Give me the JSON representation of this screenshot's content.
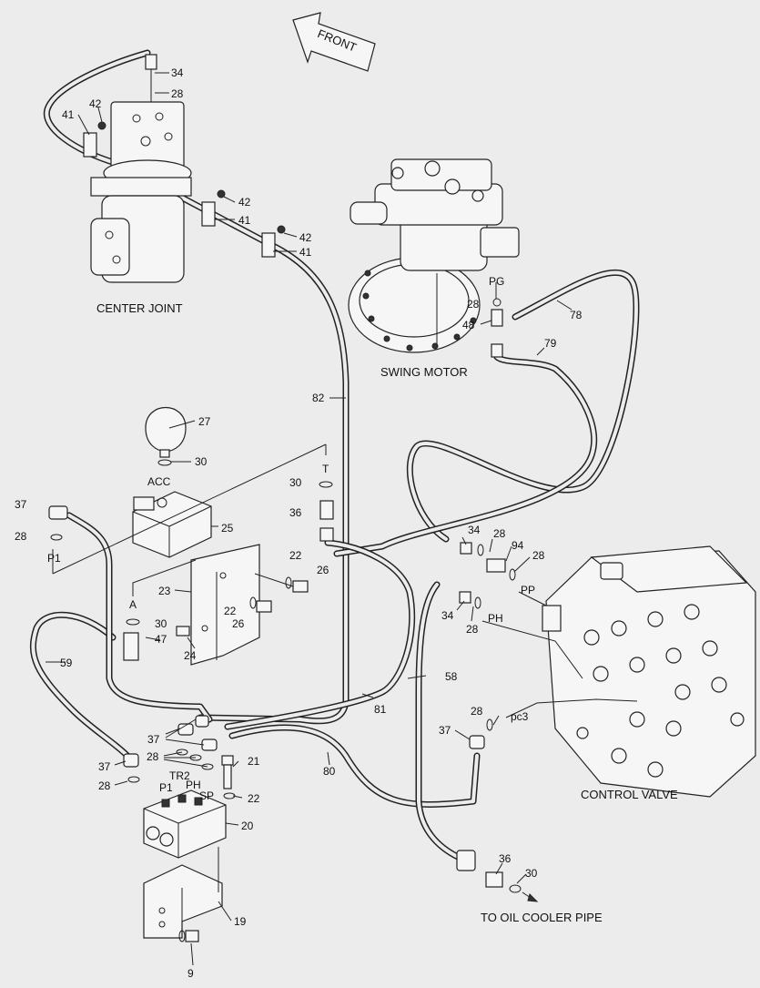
{
  "direction_label": "FRONT",
  "assemblies": {
    "center_joint": "CENTER JOINT",
    "swing_motor": "SWING MOTOR",
    "control_valve": "CONTROL VALVE",
    "oil_cooler": "TO OIL COOLER PIPE"
  },
  "ports": {
    "acc": "ACC",
    "t": "T",
    "p1_left": "P1",
    "a": "A",
    "pg": "PG",
    "pp": "PP",
    "ph": "PH",
    "pc3": "pc3",
    "tr2": "TR2",
    "p1_block": "P1",
    "ph_block": "PH",
    "sp": "SP"
  },
  "callouts": {
    "n34_top": "34",
    "n28_top": "28",
    "n42_a": "42",
    "n41_a": "41",
    "n42_b": "42",
    "n41_b": "41",
    "n42_c": "42",
    "n41_c": "41",
    "n28_pg": "28",
    "n48": "48",
    "n78": "78",
    "n79": "79",
    "n82": "82",
    "n27": "27",
    "n30_acc": "30",
    "n30_t": "30",
    "n36_t": "36",
    "n37_left": "37",
    "n28_left": "28",
    "n25": "25",
    "n34_mid": "34",
    "n28_mid": "28",
    "n94": "94",
    "n28_mid2": "28",
    "n22_mid": "22",
    "n26_mid": "26",
    "n23": "23",
    "n22_low": "22",
    "n26_low": "26",
    "n30_a": "30",
    "n47": "47",
    "n24": "24",
    "n59": "59",
    "n34_ph": "34",
    "n28_ph": "28",
    "n58": "58",
    "n81": "81",
    "n28_pc3": "28",
    "n37_pc3": "37",
    "n37_manifold": "37",
    "n28_manifold": "28",
    "n21": "21",
    "n80": "80",
    "n37_bl": "37",
    "n28_bl": "28",
    "n22_blk": "22",
    "n20": "20",
    "n36_cool": "36",
    "n30_cool": "30",
    "n19": "19",
    "n9": "9"
  }
}
